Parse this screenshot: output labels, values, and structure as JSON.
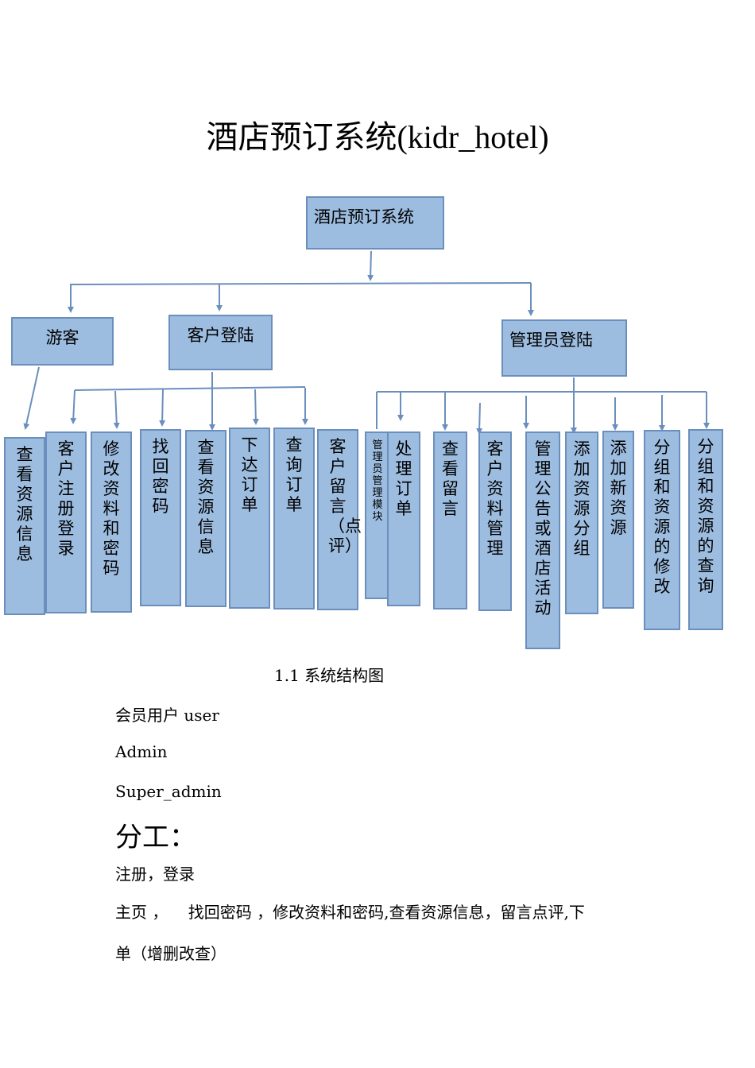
{
  "title": "酒店预订系统(kidr_hotel)",
  "diagram": {
    "root": "酒店预订系统",
    "level1": [
      "游客",
      "客户登陆",
      "管理员登陆"
    ],
    "leaves": [
      "查看资源信息",
      "客户注册登录",
      "修改资料和密码",
      "找回密码",
      "查看资源信息",
      "下达订单",
      "查询订单",
      "客户留言（点评）",
      "管理员管理模块",
      "处理订单",
      "查看留言",
      "客户资料管理",
      "管理公告或酒店活动",
      "添加资源分组",
      "添加新资源",
      "分组和资源的修改",
      "分组和资源的查询"
    ],
    "colors": {
      "box_fill": "#9dbde0",
      "box_border": "#6b8fbd",
      "line": "#6b8fbd"
    }
  },
  "caption": "1.1 系统结构图",
  "roles": [
    "会员用户 user",
    "Admin",
    "Super_admin"
  ],
  "section_heading": "分工：",
  "tasks": [
    "注册，登录",
    "主页 ，    找回密码 ，修改资料和密码,查看资源信息，留言点评,下",
    "单（增删改查）"
  ]
}
